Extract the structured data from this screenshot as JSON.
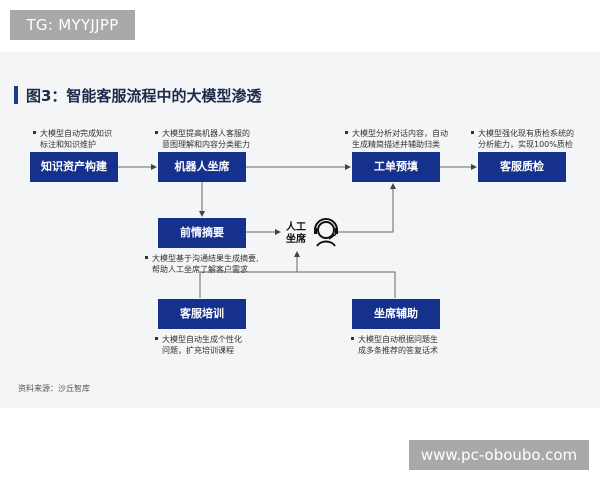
{
  "watermark_top": "TG: MYYJJPP",
  "watermark_bottom": "www.pc-oboubo.com",
  "title": "图3：智能客服流程中的大模型渗透",
  "boxes": {
    "knowledge": "知识资产构建",
    "robot": "机器人坐席",
    "ticket": "工单预填",
    "quality": "客服质检",
    "summary": "前情摘要",
    "training": "客服培训",
    "assist": "坐席辅助"
  },
  "notes": {
    "knowledge": [
      "大模型自动完成知识",
      "标注和知识维护"
    ],
    "robot": [
      "大模型提高机器人客服的",
      "意图理解和内容分类能力"
    ],
    "ticket": [
      "大模型分析对话内容，自动",
      "生成精简描述并辅助归类"
    ],
    "quality": [
      "大模型强化现有质检系统的",
      "分析能力，实现100%质检"
    ],
    "summary": [
      "大模型基于沟通结果生成摘要,",
      "帮助人工坐席了解客户需求"
    ],
    "training": [
      "大模型自动生成个性化",
      "问题，扩充培训课程"
    ],
    "assist": [
      "大模型自动根据问题生",
      "成多条推荐的答复话术"
    ]
  },
  "human_agent": [
    "人工",
    "坐席"
  ],
  "icon": "headset-agent-icon",
  "source": "资料来源：沙丘智库",
  "colors": {
    "box": "#15318c",
    "accent": "#1a3a8c",
    "panel": "#f4f5f7"
  }
}
